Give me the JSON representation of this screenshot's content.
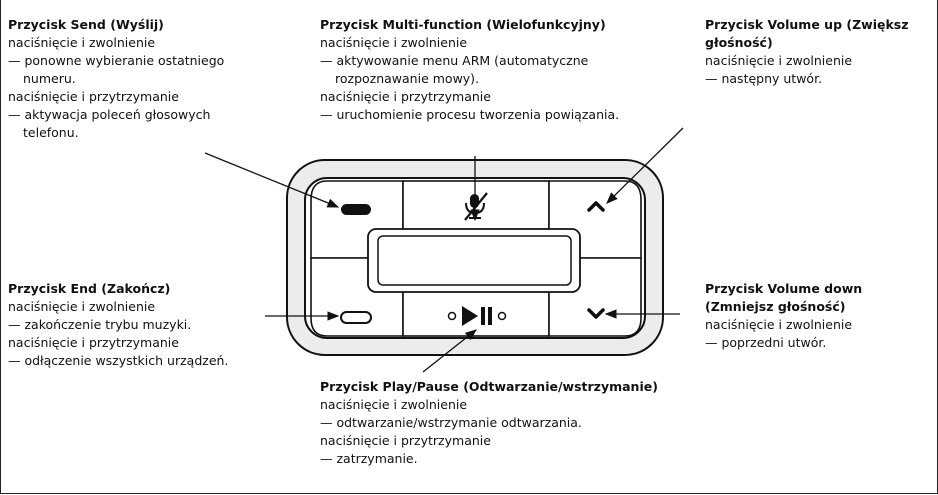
{
  "send": {
    "title": "Przycisk Send (Wyślij)",
    "line1": "naciśnięcie i zwolnienie",
    "line2a": "— ponowne wybieranie ostatniego",
    "line2b": "numeru.",
    "line3": "naciśnięcie i przytrzymanie",
    "line4a": "— aktywacja poleceń głosowych",
    "line4b": "telefonu."
  },
  "multi": {
    "title": "Przycisk Multi-function (Wielofunkcyjny)",
    "line1": "naciśnięcie i zwolnienie",
    "line2a": "— aktywowanie menu ARM (automatyczne",
    "line2b": "rozpoznawanie mowy).",
    "line3": "naciśnięcie i przytrzymanie",
    "line4": "— uruchomienie procesu tworzenia powiązania."
  },
  "volup": {
    "title_a": "Przycisk Volume up (Zwiększ",
    "title_b": "głośność)",
    "line1": "naciśnięcie i zwolnienie",
    "line2": "— następny utwór."
  },
  "end": {
    "title": "Przycisk End (Zakończ)",
    "line1": "naciśnięcie i zwolnienie",
    "line2": "— zakończenie trybu muzyki.",
    "line3": "naciśnięcie i przytrzymanie",
    "line4": "— odłączenie wszystkich urządzeń."
  },
  "voldown": {
    "title_a": "Przycisk Volume down",
    "title_b": "(Zmniejsz głośność)",
    "line1": "naciśnięcie i zwolnienie",
    "line2": "— poprzedni utwór."
  },
  "play": {
    "title": "Przycisk Play/Pause (Odtwarzanie/wstrzymanie)",
    "line1": "naciśnięcie i zwolnienie",
    "line2": "— odtwarzanie/wstrzymanie odtwarzania.",
    "line3": "naciśnięcie i przytrzymanie",
    "line4": "— zatrzymanie."
  },
  "colors": {
    "ink": "#111111",
    "device_face": "#ffffff",
    "device_rim": "#e8e8e8"
  }
}
